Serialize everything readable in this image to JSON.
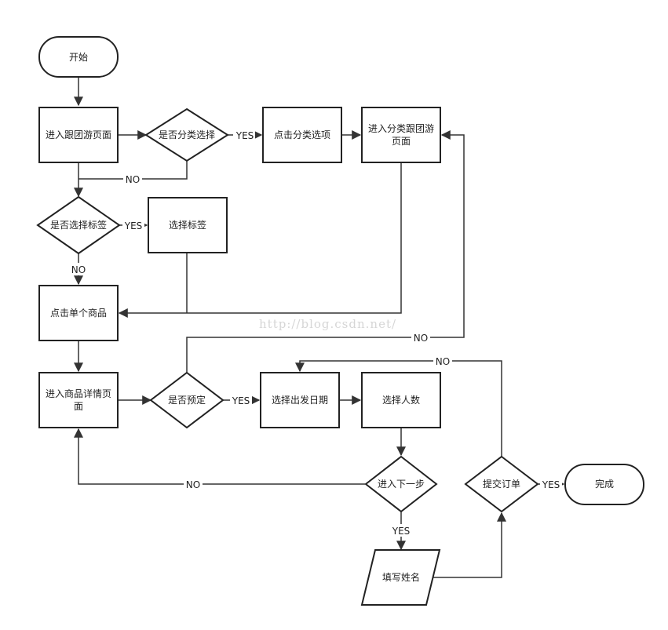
{
  "nodes": {
    "start": "开始",
    "enter_tour": "进入跟团游页面",
    "q_category": "是否分类选择",
    "click_category": "点击分类选项",
    "enter_cat_tour": "进入分类跟团游页面",
    "q_tag": "是否选择标签",
    "select_tag": "选择标签",
    "click_item": "点击单个商品",
    "enter_detail": "进入商品详情页面",
    "q_book": "是否预定",
    "select_date": "选择出发日期",
    "select_people": "选择人数",
    "q_next": "进入下一步",
    "fill_name": "填写姓名",
    "q_submit": "提交订单",
    "done": "完成"
  },
  "labels": {
    "yes": "YES",
    "no": "NO"
  },
  "watermark": "http://blog.csdn.net/"
}
